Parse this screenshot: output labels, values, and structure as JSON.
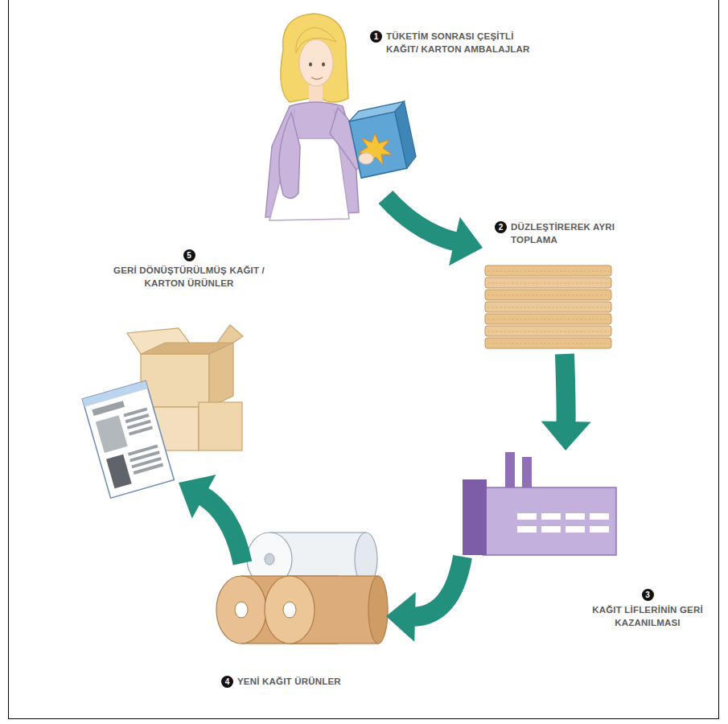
{
  "diagram": {
    "nodes": [
      {
        "text": [
          "1",
          "TÜKETİM SONRASI ÇEŞİTLİ KAĞIT/ KARTON AMBALAJLAR"
        ]
      },
      {
        "text": [
          "2",
          "DÜZLEŞTİREREK AYRI TOPLAMA"
        ]
      },
      {
        "text": [
          "3",
          "KAĞIT LİFLERİNİN GERİ KAZANILMASI"
        ]
      },
      {
        "text": [
          "4",
          "YENİ KAĞIT ÜRÜNLER"
        ]
      },
      {
        "text": [
          "5",
          "GERİ DÖNÜŞTÜRÜLMÜŞ KAĞIT / KARTON ÜRÜNLER"
        ]
      }
    ],
    "edges": [
      {
        "from": 0,
        "to": 1,
        "arrow": "to"
      },
      {
        "from": 1,
        "to": 2,
        "arrow": "to"
      },
      {
        "from": 2,
        "to": 3,
        "arrow": "to"
      },
      {
        "from": 3,
        "to": 4,
        "arrow": "to"
      }
    ]
  }
}
